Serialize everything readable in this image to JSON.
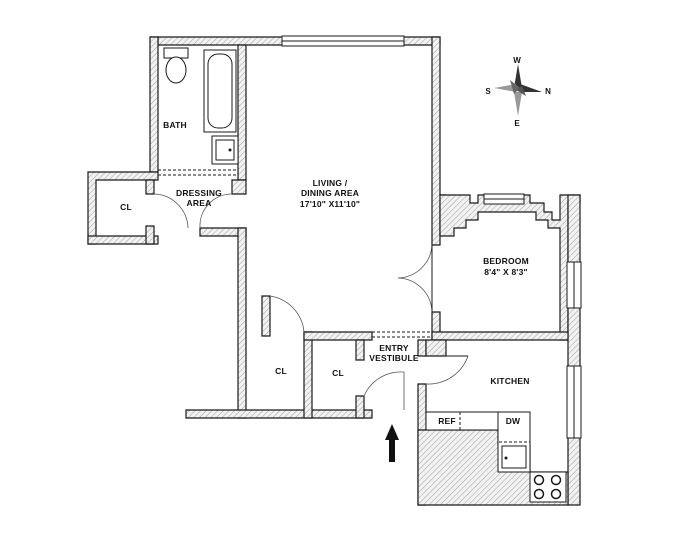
{
  "rooms": {
    "bath": "BATH",
    "dressing_line1": "DRESSING",
    "dressing_line2": "AREA",
    "closet_left": "CL",
    "living_line1": "LIVING /",
    "living_line2": "DINING AREA",
    "living_dims": "17'10\" X11'10\"",
    "bedroom": "BEDROOM",
    "bedroom_dims": "8'4\" X 8'3\"",
    "closet_middle": "CL",
    "closet_entry": "CL",
    "entry_line1": "ENTRY",
    "entry_line2": "VESTIBULE",
    "kitchen": "KITCHEN",
    "ref": "REF",
    "dw": "DW"
  },
  "compass": {
    "north": "N",
    "south": "S",
    "east": "E",
    "west": "W"
  },
  "icons": {
    "entry_arrow": "arrow-up-icon",
    "compass": "compass-rose-icon"
  }
}
